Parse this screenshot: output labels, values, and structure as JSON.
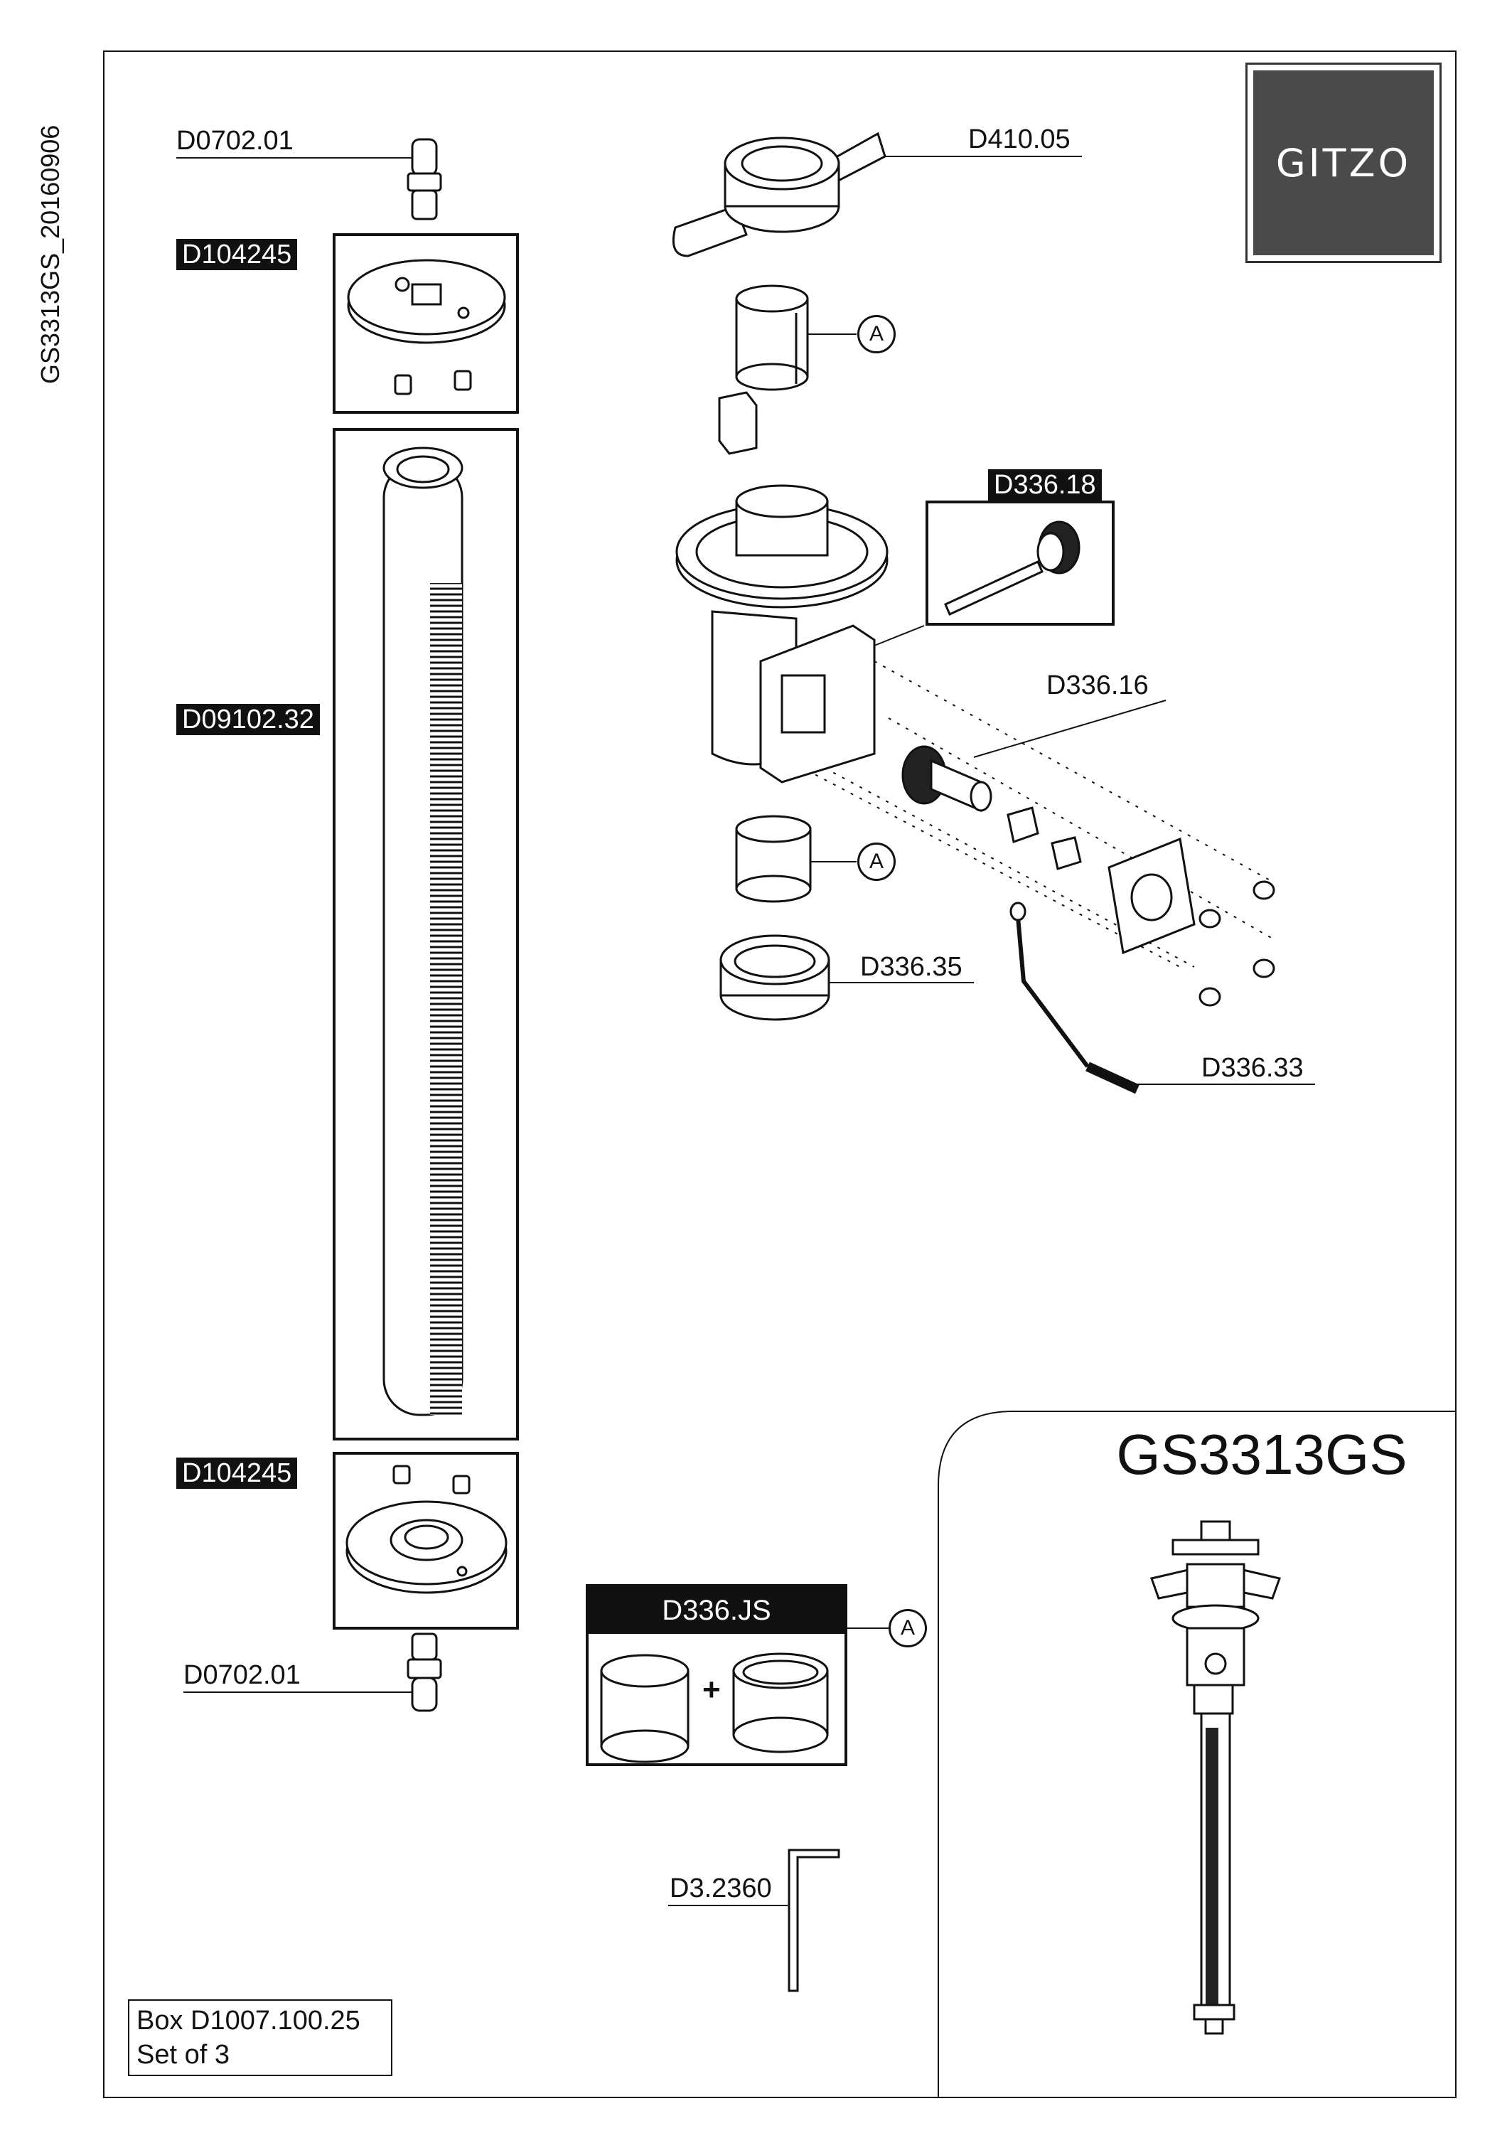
{
  "document_code": "GS3313GS_20160906",
  "brand": "GITZO",
  "model": "GS3313GS",
  "kit": {
    "code": "D336.JS",
    "plus": "+"
  },
  "ref_marker": "A",
  "box_note": {
    "line1": "Box D1007.100.25",
    "line2": "Set of 3"
  },
  "parts": {
    "top_screw": "D0702.01",
    "top_cap": "D104245",
    "column": "D09102.32",
    "bottom_cap": "D104245",
    "bottom_screw": "D0702.01",
    "clamp_knob": "D410.05",
    "gear": "D336.18",
    "worm": "D336.16",
    "ring": "D336.35",
    "crank": "D336.33",
    "hex_key": "D3.2360"
  }
}
